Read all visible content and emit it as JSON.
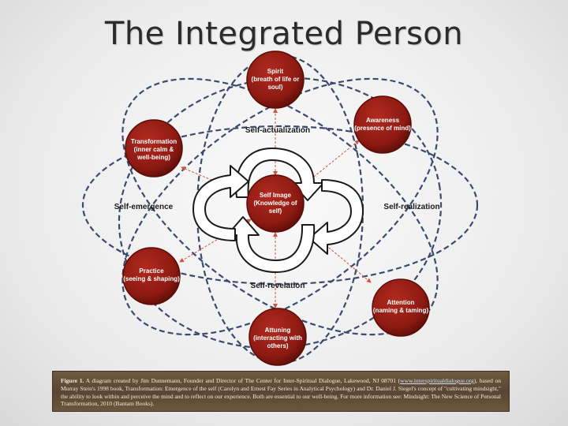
{
  "title": "The Integrated Person",
  "nodes": {
    "spirit": [
      "Spirit",
      "(breath of life or",
      "soul)"
    ],
    "awareness": [
      "Awareness",
      "(presence of mind)"
    ],
    "transformation": [
      "Transformation",
      "(inner calm &",
      "well-being)"
    ],
    "self_image": [
      "Self Image",
      "(Knowledge of",
      "self)"
    ],
    "practice": [
      "Practice",
      "(seeing & shaping)"
    ],
    "attention": [
      "Attention",
      "(naming & taming)"
    ],
    "attuning": [
      "Attuning",
      "(interacting with",
      "others)"
    ]
  },
  "cycle_labels": {
    "top": "Self-actualization",
    "left": "Self-emergence",
    "right": "Self-realization",
    "bottom": "Self-revelation"
  },
  "caption": {
    "label": "Figure 1.",
    "part1": "A diagram created by Jim Dunnemann, Founder and Director of The Center for Inter-Spiritual Dialogue, Lakewood, NJ 08701 (",
    "link": "www.interspiritualdialogue.org",
    "part2": "), based on Murray Stein's 1998 book, Transformation: Emergence of the self (Carolyn and Ernest Fay Series in Analytical Psychology) and Dr. Daniel J. Siegel's concept of \"cultivating mindsight,\" the ability to look within and perceive the mind and to reflect on our experience. Both are essential to our well-being. For more information see: Mindsight: The New Science of Personal Transformation, 2010 (Bantam Books)."
  },
  "colors": {
    "node_fill": "#8e1a12",
    "node_edge": "#5a0d08",
    "ellipse": "#3c4a6e",
    "connector": "#d0543e"
  }
}
